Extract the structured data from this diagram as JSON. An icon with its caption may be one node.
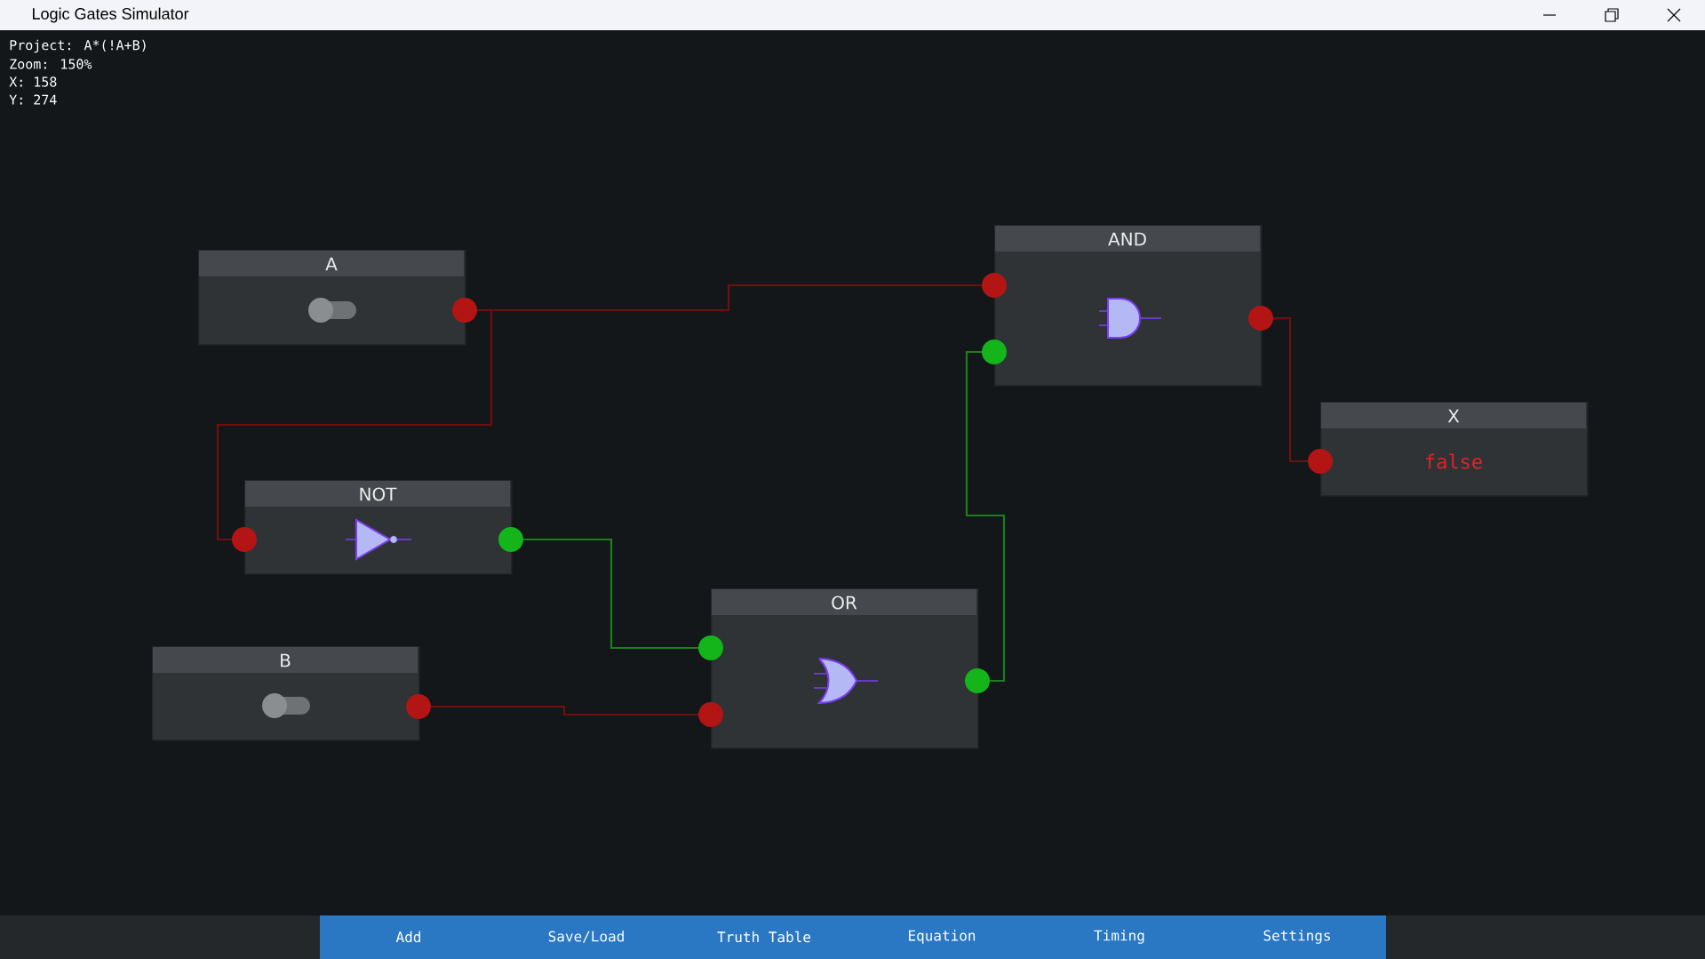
{
  "diagram": {
    "nodes": [
      {
        "text": [
          "A"
        ]
      },
      {
        "text": [
          "NOT"
        ]
      },
      {
        "text": [
          "B"
        ]
      },
      {
        "text": [
          "OR"
        ]
      },
      {
        "text": [
          "AND"
        ]
      },
      {
        "text": [
          "X",
          "false"
        ]
      }
    ],
    "edges": [
      {
        "from": 0,
        "to": 4,
        "arrow": "none"
      },
      {
        "from": 0,
        "to": 1,
        "arrow": "none"
      },
      {
        "from": 1,
        "to": 3,
        "arrow": "none",
        "color": "#1e7d1e"
      },
      {
        "from": 2,
        "to": 3,
        "arrow": "none"
      },
      {
        "from": 3,
        "to": 4,
        "arrow": "none",
        "color": "#1e7d1e"
      },
      {
        "from": 4,
        "to": 5,
        "arrow": "none"
      }
    ],
    "labels": [
      "Logic Gates Simulator",
      "Project: A*(!A+B)",
      "Zoom: 150%",
      "X: 158",
      "Y: 274",
      "Add",
      "Save/Load",
      "Truth Table",
      "Equation",
      "Timing",
      "Settings"
    ]
  }
}
